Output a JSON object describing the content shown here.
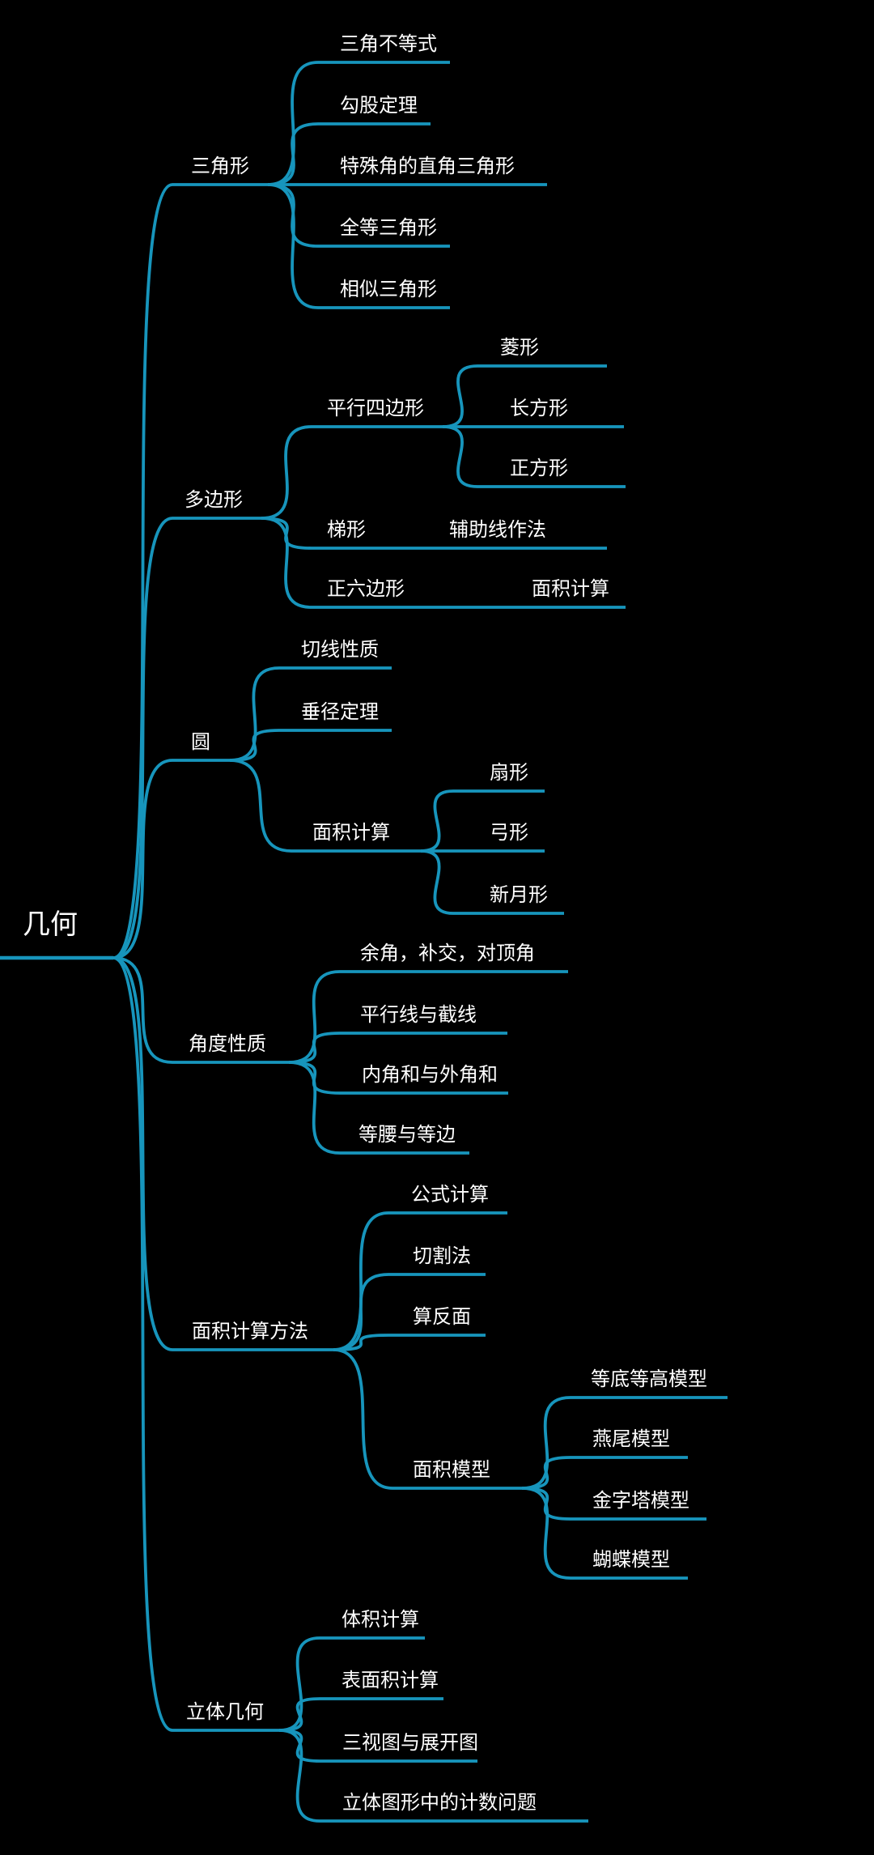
{
  "colors": {
    "background": "#000000",
    "line": "#1795BC",
    "text": "#FFFFFF"
  },
  "root": {
    "id": "geometry",
    "label": "几何",
    "children": [
      {
        "id": "triangle",
        "label": "三角形",
        "children": [
          {
            "id": "triangle-inequality",
            "label": "三角不等式",
            "children": []
          },
          {
            "id": "pythagorean-theorem",
            "label": "勾股定理",
            "children": []
          },
          {
            "id": "special-right-triangles",
            "label": "特殊角的直角三角形",
            "children": []
          },
          {
            "id": "congruent-triangles",
            "label": "全等三角形",
            "children": []
          },
          {
            "id": "similar-triangles",
            "label": "相似三角形",
            "children": []
          }
        ]
      },
      {
        "id": "polygon",
        "label": "多边形",
        "children": [
          {
            "id": "parallelogram",
            "label": "平行四边形",
            "children": [
              {
                "id": "rhombus",
                "label": "菱形",
                "children": []
              },
              {
                "id": "rectangle",
                "label": "长方形",
                "children": []
              },
              {
                "id": "square",
                "label": "正方形",
                "children": []
              }
            ]
          },
          {
            "id": "trapezoid",
            "label": "梯形",
            "children": [
              {
                "id": "auxiliary-line-methods",
                "label": "辅助线作法",
                "children": []
              }
            ]
          },
          {
            "id": "regular-hexagon",
            "label": "正六边形",
            "children": [
              {
                "id": "hexagon-area-calculation",
                "label": "面积计算",
                "children": []
              }
            ]
          }
        ]
      },
      {
        "id": "circle",
        "label": "圆",
        "children": [
          {
            "id": "tangent-properties",
            "label": "切线性质",
            "children": []
          },
          {
            "id": "perpendicular-chord-theorem",
            "label": "垂径定理",
            "children": []
          },
          {
            "id": "circle-area-calculation",
            "label": "面积计算",
            "children": [
              {
                "id": "sector",
                "label": "扇形",
                "children": []
              },
              {
                "id": "circular-segment",
                "label": "弓形",
                "children": []
              },
              {
                "id": "lune",
                "label": "新月形",
                "children": []
              }
            ]
          }
        ]
      },
      {
        "id": "angle-properties",
        "label": "角度性质",
        "children": [
          {
            "id": "complementary-supplementary-vertical",
            "label": "余角，补交，对顶角",
            "children": []
          },
          {
            "id": "parallel-lines-transversal",
            "label": "平行线与截线",
            "children": []
          },
          {
            "id": "interior-exterior-angle-sums",
            "label": "内角和与外角和",
            "children": []
          },
          {
            "id": "isosceles-equilateral",
            "label": "等腰与等边",
            "children": []
          }
        ]
      },
      {
        "id": "area-calculation-methods",
        "label": "面积计算方法",
        "children": [
          {
            "id": "formula-calculation",
            "label": "公式计算",
            "children": []
          },
          {
            "id": "cutting-method",
            "label": "切割法",
            "children": []
          },
          {
            "id": "complement-method",
            "label": "算反面",
            "children": []
          },
          {
            "id": "area-models",
            "label": "面积模型",
            "children": [
              {
                "id": "equal-base-height-model",
                "label": "等底等高模型",
                "children": []
              },
              {
                "id": "swallowtail-model",
                "label": "燕尾模型",
                "children": []
              },
              {
                "id": "pyramid-model",
                "label": "金字塔模型",
                "children": []
              },
              {
                "id": "butterfly-model",
                "label": "蝴蝶模型",
                "children": []
              }
            ]
          }
        ]
      },
      {
        "id": "solid-geometry",
        "label": "立体几何",
        "children": [
          {
            "id": "volume-calculation",
            "label": "体积计算",
            "children": []
          },
          {
            "id": "surface-area-calculation",
            "label": "表面积计算",
            "children": []
          },
          {
            "id": "three-views-and-nets",
            "label": "三视图与展开图",
            "children": []
          },
          {
            "id": "solid-counting-problems",
            "label": "立体图形中的计数问题",
            "children": []
          }
        ]
      }
    ]
  }
}
